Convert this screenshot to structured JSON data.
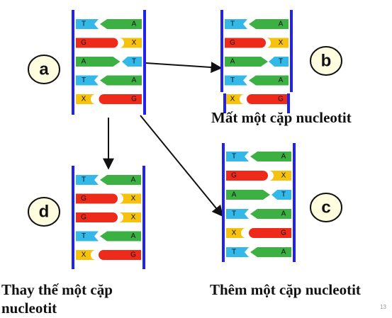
{
  "colors": {
    "backbone": "#2222ee",
    "T": "#33b8e8",
    "A": "#3cb043",
    "G": "#ee2a1a",
    "X": "#f5c20d",
    "circle_stroke": "#111111",
    "arrow": "#111111"
  },
  "strands": {
    "a": {
      "label": "a",
      "pairs": [
        [
          "T",
          "A"
        ],
        [
          "G",
          "X"
        ],
        [
          "A",
          "T"
        ],
        [
          "T",
          "A"
        ],
        [
          "X",
          "G"
        ]
      ]
    },
    "b": {
      "label": "b",
      "pairs": [
        [
          "T",
          "A"
        ],
        [
          "G",
          "X"
        ],
        [
          "A",
          "T"
        ],
        [
          "T",
          "A"
        ],
        [
          "X",
          "G"
        ]
      ],
      "caption": "Mất một cặp nucleotit"
    },
    "c": {
      "label": "c",
      "pairs": [
        [
          "T",
          "A"
        ],
        [
          "G",
          "X"
        ],
        [
          "A",
          "T"
        ],
        [
          "T",
          "A"
        ],
        [
          "X",
          "G"
        ],
        [
          "T",
          "A"
        ]
      ],
      "caption": "Thêm một cặp nucleotit"
    },
    "d": {
      "label": "d",
      "pairs": [
        [
          "T",
          "A"
        ],
        [
          "G",
          "X"
        ],
        [
          "G",
          "X"
        ],
        [
          "T",
          "A"
        ],
        [
          "X",
          "G"
        ]
      ],
      "caption": "Thay thế một cặp nucleotit"
    }
  },
  "page_number": "13"
}
